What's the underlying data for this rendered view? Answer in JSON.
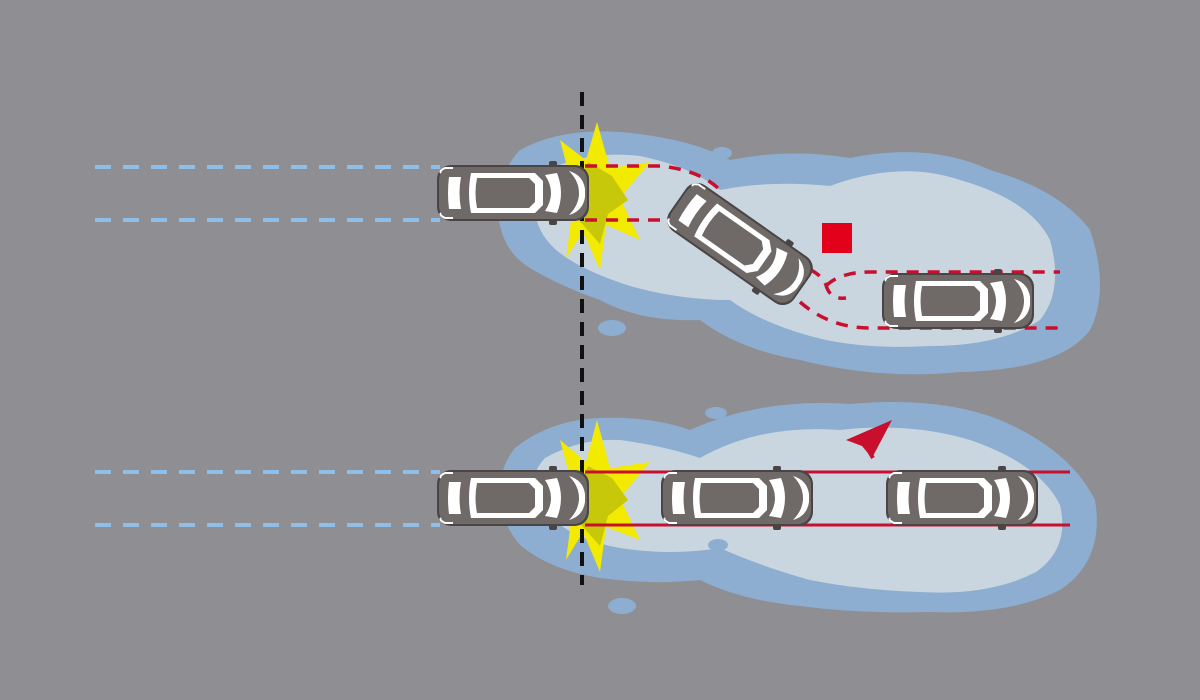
{
  "colors": {
    "road": "#8f8f93",
    "trail_lines": "#8fbfe8",
    "water_outer": "#8daed0",
    "water_inner": "#c9d6e0",
    "boundary_line": "#111111",
    "flash_yellow": "#f2ea00",
    "flash_olive": "#c8c80a",
    "path_red": "#c8102e",
    "hazard_red": "#e3001b",
    "car_body": "#6f6a68",
    "car_glass": "#ffffff"
  },
  "scenes": [
    {
      "id": "without-assist",
      "outcome": "skid",
      "path_style": "dashed",
      "car_positions": 3,
      "hazard_marker": "red-square"
    },
    {
      "id": "with-assist",
      "outcome": "straight",
      "path_style": "solid",
      "car_positions": 3,
      "direction_marker": "red-arrowhead"
    }
  ],
  "icons": {
    "car": "car-top-view-icon",
    "flash": "aquaplaning-impact-icon",
    "hazard": "warning-square-icon",
    "arrow": "direction-arrow-icon"
  }
}
